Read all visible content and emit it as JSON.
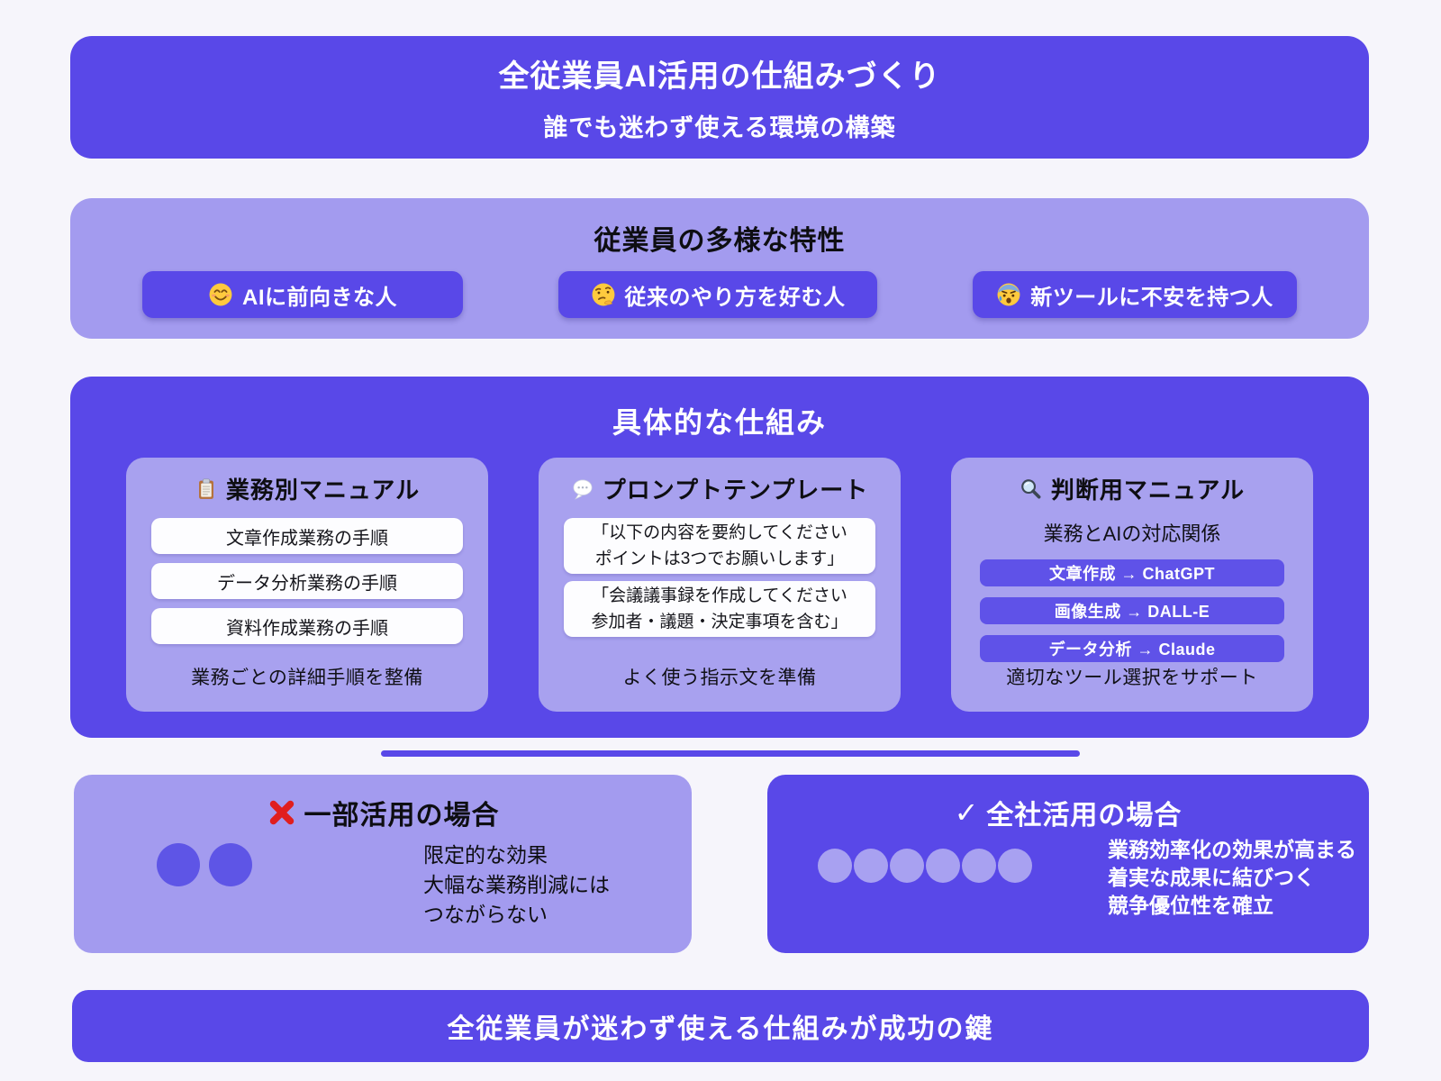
{
  "colors": {
    "primary": "#5948E8",
    "light_purple": "#A39BEF",
    "page_background": "#F6F5FB",
    "white_row": "#FDFDFF",
    "red_cross": "#E01E1E",
    "partial_dot": "#5E55E6",
    "full_dot": "#A8A1F1"
  },
  "header": {
    "title": "全従業員AI活用の仕組みづくり",
    "subtitle": "誰でも迷わず使える環境の構築"
  },
  "traits": {
    "title": "従業員の多様な特性",
    "items": [
      {
        "icon": "smiling-face-emoji",
        "label": "AIに前向きな人"
      },
      {
        "icon": "thinking-face-emoji",
        "label": "従来のやり方を好む人"
      },
      {
        "icon": "anxious-face-sweat-emoji",
        "label": "新ツールに不安を持つ人"
      }
    ]
  },
  "mechanism": {
    "title": "具体的な仕組み",
    "cards": [
      {
        "icon": "clipboard-emoji",
        "title": "業務別マニュアル",
        "items": [
          "文章作成業務の手順",
          "データ分析業務の手順",
          "資料作成業務の手順"
        ],
        "footer": "業務ごとの詳細手順を整備"
      },
      {
        "icon": "speech-balloon-emoji",
        "title": "プロンプトテンプレート",
        "items": [
          [
            "「以下の内容を要約してください",
            "ポイントは3つでお願いします」"
          ],
          [
            "「会議議事録を作成してください",
            "参加者・議題・決定事項を含む」"
          ]
        ],
        "footer": "よく使う指示文を準備"
      },
      {
        "icon": "magnifying-glass-emoji",
        "title": "判断用マニュアル",
        "subtitle": "業務とAIの対応関係",
        "items": [
          "文章作成 → ChatGPT",
          "画像生成 → DALL-E",
          "データ分析 → Claude"
        ],
        "footer": "適切なツール選択をサポート"
      }
    ]
  },
  "comparison": {
    "partial": {
      "icon": "cross-mark-icon",
      "title": "一部活用の場合",
      "dots_count": 2,
      "lines": [
        "限定的な効果",
        "大幅な業務削減には",
        "つながらない"
      ]
    },
    "full": {
      "icon": "check-mark-icon",
      "check_glyph": "✓",
      "title": "全社活用の場合",
      "dots_count": 6,
      "lines": [
        "業務効率化の効果が高まる",
        "着実な成果に結びつく",
        "競争優位性を確立"
      ]
    }
  },
  "footer": {
    "text": "全従業員が迷わず使える仕組みが成功の鍵"
  }
}
